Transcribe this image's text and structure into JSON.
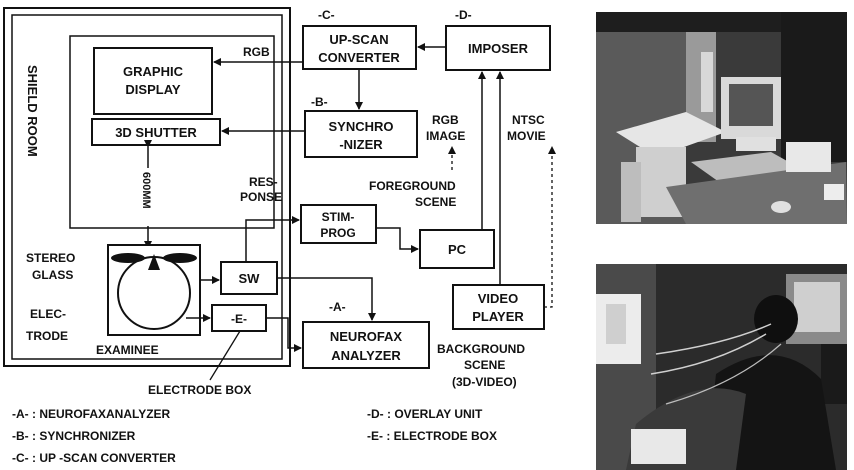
{
  "room": {
    "label": "SHIELD ROOM",
    "distance": "600MM"
  },
  "blocks": {
    "graphic_display": [
      "GRAPHIC",
      "DISPLAY"
    ],
    "shutter": "3D SHUTTER",
    "upscan": {
      "tag": "-C-",
      "lines": [
        "UP-SCAN",
        "CONVERTER"
      ]
    },
    "imposer": {
      "tag": "-D-",
      "label": "IMPOSER"
    },
    "synchronizer": {
      "tag": "-B-",
      "lines": [
        "SYNCHRO",
        "-NIZER"
      ]
    },
    "stimprog": [
      "STIM-",
      "PROG"
    ],
    "pc": "PC",
    "sw": "SW",
    "electrode_box_tag": "-E-",
    "neurofax": {
      "tag": "-A-",
      "lines": [
        "NEUROFAX",
        "ANALYZER"
      ]
    },
    "video_player": [
      "VIDEO",
      "PLAYER"
    ]
  },
  "labels": {
    "rgb": "RGB",
    "rgb_image": [
      "RGB",
      "IMAGE"
    ],
    "ntsc_movie": [
      "NTSC",
      "MOVIE"
    ],
    "response": [
      "RES-",
      "PONSE"
    ],
    "foreground": [
      "FOREGROUND",
      "SCENE"
    ],
    "stereo_glass": [
      "STEREO",
      "GLASS"
    ],
    "electrode": [
      "ELEC-",
      "TRODE"
    ],
    "examinee": "EXAMINEE",
    "electrode_box": "ELECTRODE BOX",
    "background": [
      "BACKGROUND",
      "SCENE",
      "(3D-VIDEO)"
    ]
  },
  "legend": {
    "a": "-A- : NEUROFAXANALYZER",
    "b": "-B- : SYNCHRONIZER",
    "c": "-C- : UP -SCAN CONVERTER",
    "d": "-D- : OVERLAY UNIT",
    "e": "-E- : ELECTRODE BOX"
  },
  "colors": {
    "ink": "#111111",
    "paper": "#ffffff"
  }
}
